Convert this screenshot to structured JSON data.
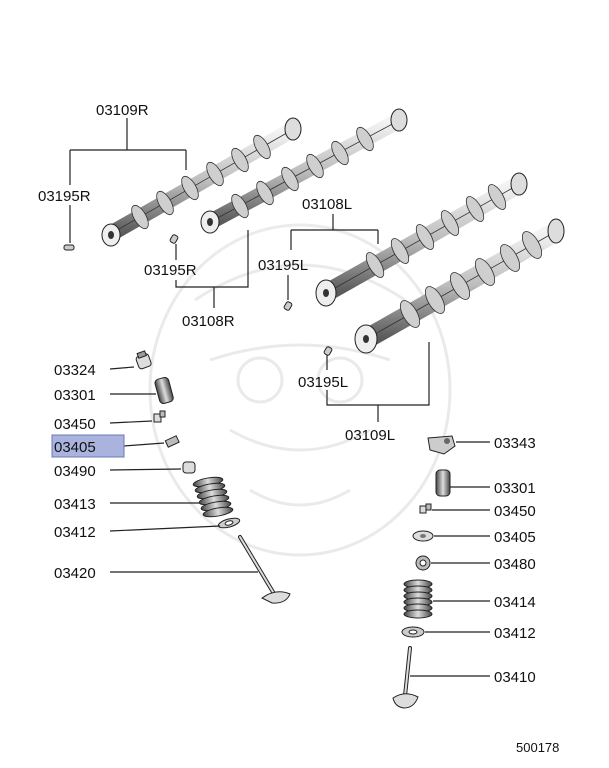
{
  "labels": {
    "cam_03109R": "03109R",
    "pin_03195R_a": "03195R",
    "pin_03195R_b": "03195R",
    "cam_03108R": "03108R",
    "cam_03108L": "03108L",
    "pin_03195L_a": "03195L",
    "pin_03195L_b": "03195L",
    "cam_03109L": "03109L",
    "l_03324": "03324",
    "l_03301": "03301",
    "l_03450": "03450",
    "l_03405": "03405",
    "l_03490": "03490",
    "l_03413": "03413",
    "l_03412": "03412",
    "l_03420": "03420",
    "r_03343": "03343",
    "r_03301": "03301",
    "r_03450": "03450",
    "r_03405": "03405",
    "r_03480": "03480",
    "r_03414": "03414",
    "r_03412": "03412",
    "r_03410": "03410"
  },
  "footer": {
    "code": "500178"
  },
  "colors": {
    "highlight": "#a9b3de",
    "line": "#222222"
  }
}
